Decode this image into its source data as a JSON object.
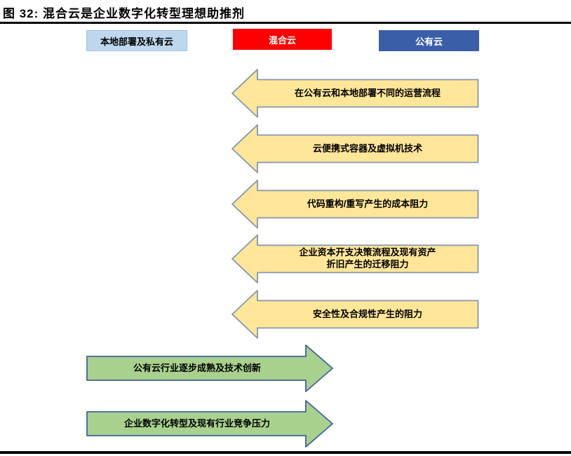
{
  "figure": {
    "title": "图 32: 混合云是企业数字化转型理想助推剂"
  },
  "legend": {
    "private_box": "本地部署及私有云",
    "hybrid_box": "混合云",
    "public_box": "公有云"
  },
  "barriers": [
    {
      "line1": "在公有云和本地部署不同的运营流程",
      "line2": ""
    },
    {
      "line1": "云便携式容器及虚拟机技术",
      "line2": ""
    },
    {
      "line1": "代码重构/重写产生的成本阻力",
      "line2": ""
    },
    {
      "line1": "企业资本开支决策流程及现有资产",
      "line2": "折旧产生的迁移阻力"
    },
    {
      "line1": "安全性及合规性产生的阻力",
      "line2": ""
    }
  ],
  "drivers": [
    {
      "line1": "公有云行业逐步成熟及技术创新",
      "line2": ""
    },
    {
      "line1": "企业数字化转型及现有行业竞争压力",
      "line2": ""
    }
  ],
  "colors": {
    "private_box_fill": "#BDD7EE",
    "hybrid_box_fill": "#FE0000",
    "public_box_fill": "#3B5EA9",
    "barrier_fill": "#FFE699",
    "barrier_border": "#8496B0",
    "driver_fill": "#A9D18E",
    "driver_border": "#3D639E",
    "rule_color": "#000000"
  }
}
